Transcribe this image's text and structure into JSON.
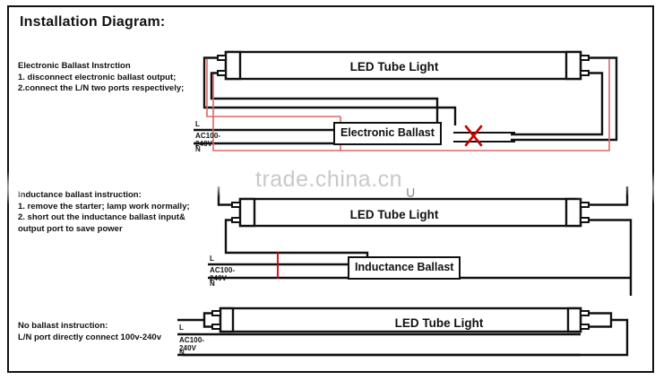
{
  "page": {
    "title": "Installation Diagram:"
  },
  "watermark": {
    "text": "trade.china.cn",
    "glyph": "∪"
  },
  "sections": [
    {
      "id": "electronic-ballast",
      "instruction": "Electronic Ballast Instrction\n1. disconnect electronic ballast output;\n2.connect the L/N two ports respectively;",
      "tube_label": "LED Tube Light",
      "ballast_label": "Electronic Ballast",
      "supply": {
        "line": "L",
        "voltage": "AC100-240V",
        "neutral": "N"
      },
      "marker": "red-x-disconnect"
    },
    {
      "id": "inductance-ballast",
      "instruction": "Inductance ballast instruction:\n1. remove the starter; lamp work normally;\n2. short out the inductance ballast input&\noutput port to save power",
      "tube_label": "LED Tube Light",
      "ballast_label": "Inductance Ballast",
      "supply": {
        "line": "L",
        "voltage": "AC100-240V",
        "neutral": "N"
      },
      "marker": "red-short-link"
    },
    {
      "id": "no-ballast",
      "instruction": "No ballast instruction:\nL/N port directly connect 100v-240v",
      "tube_label": "LED Tube Light",
      "ballast_label": "",
      "supply": {
        "line": "L",
        "voltage": "AC100-240V",
        "neutral": "N"
      },
      "marker": "none"
    }
  ],
  "colors": {
    "wire_black": "#111111",
    "wire_red": "#e06666",
    "marker_red": "#cc0000",
    "frame": "#111111",
    "watermark": "#c9c9c9"
  }
}
